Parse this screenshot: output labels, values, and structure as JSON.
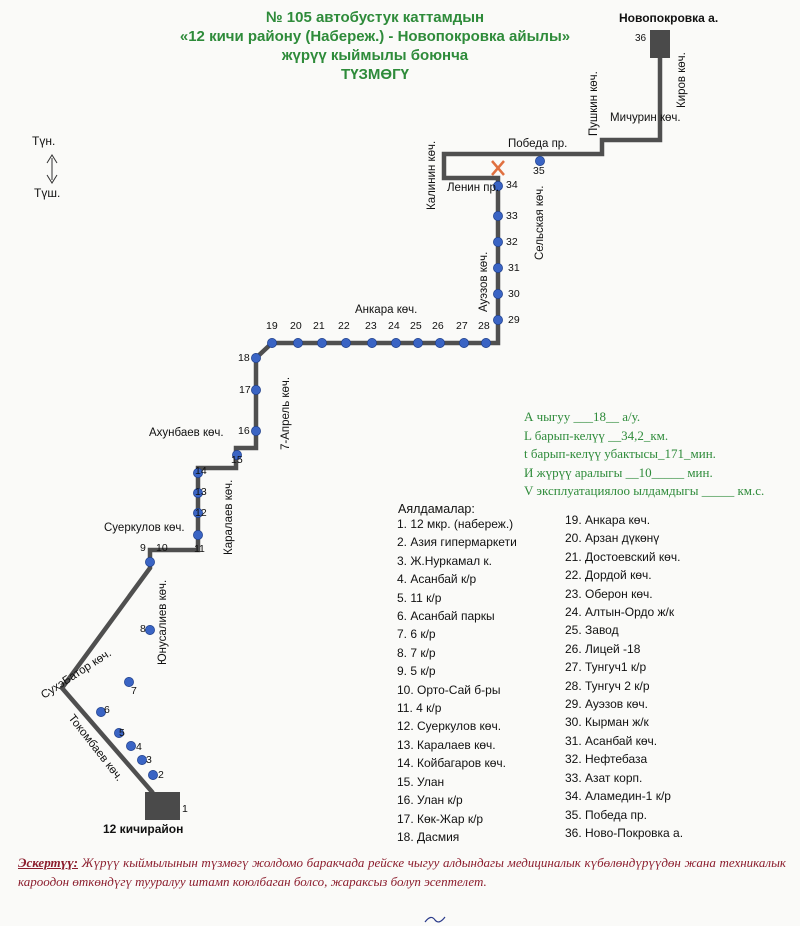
{
  "title": {
    "line1": "№ 105  автобустук каттамдын",
    "line2": "«12 кичи району (Набереж.) - Новопокровка айылы»",
    "line3": "жүрүү кыймылы боюнча",
    "line4": "ТҮЗМӨГҮ"
  },
  "compass": {
    "north": "Түн.",
    "south": "Түш."
  },
  "map_labels": {
    "start_name": "12 кичирайон",
    "end_name": "Новопокровка а.",
    "kirov": "Киров көч.",
    "pushkin": "Пушкин көч.",
    "michurin": "Мичурин көч.",
    "pobeda": "Победа пр.",
    "kalinin": "Калинин көч.",
    "lenin": "Ленин пр.",
    "selskaya": "Сельская көч.",
    "auezov": "Ауэзов көч.",
    "ankara": "Анкара көч.",
    "aprel": "7-Апрель көч.",
    "akhunbaev": "Ахунбаев көч.",
    "karalaev": "Каралаев көч.",
    "suerkulov": "Суеркулов көч.",
    "yunusaliev": "Юнусалиев көч.",
    "sukhebator": "СухэБатор көч.",
    "tokombaev": "Токомбаев көч."
  },
  "stop_numbers": [
    "1",
    "2",
    "3",
    "4",
    "5",
    "6",
    "7",
    "8",
    "9",
    "10",
    "11",
    "12",
    "13",
    "14",
    "15",
    "16",
    "17",
    "18",
    "19",
    "20",
    "21",
    "22",
    "23",
    "24",
    "25",
    "26",
    "27",
    "28",
    "29",
    "30",
    "31",
    "32",
    "33",
    "34",
    "35",
    "36"
  ],
  "stats": {
    "line1": "А чыгуу ___18__ а/у.",
    "line2": "L барып-келүү __34,2_км.",
    "line3": "t барып-келүү убактысы_171_мин.",
    "line4": "И жүрүү аралыгы __10_____ мин.",
    "line5": "V эксплуатациялоо ылдамдыгы _____ км.с."
  },
  "stops_title": "Аялдамалар:",
  "stops": [
    "1. 12 мкр. (набереж.)",
    "2. Азия гипермаркети",
    "3. Ж.Нуркамал к.",
    "4. Асанбай к/р",
    "5. 11 к/р",
    "6. Асанбай паркы",
    "7. 6 к/р",
    "8. 7 к/р",
    "9. 5 к/р",
    "10. Орто-Сай б-ры",
    "11. 4 к/р",
    "12. Суеркулов көч.",
    "13. Каралаев көч.",
    "14. Койбагаров көч.",
    "15. Улан",
    "16. Улан к/р",
    "17. Көк-Жар к/р",
    "18. Дасмия",
    "19. Анкара көч.",
    "20. Арзан дүкөнү",
    "21. Достоевский көч.",
    "22. Дордой көч.",
    "23. Оберон көч.",
    "24. Алтын-Ордо ж/к",
    "25. Завод",
    "26. Лицей -18",
    "27. Тунгуч1 к/р",
    "28. Тунгуч 2 к/р",
    "29. Ауэзов көч.",
    "30. Кырман ж/к",
    "31. Асанбай көч.",
    "32. Нефтебаза",
    "33. Азат корп.",
    "34. Аламедин-1 к/р",
    "35. Победа пр.",
    "36. Ново-Покровка а."
  ],
  "note": {
    "label": "Эскертүү:",
    "text": " Жүрүү кыймылынын түзмөгү жолдомо баракчада рейске чыгуу алдындагы медициналык күбөлөндүрүүдөн жана техникалык кароодон өткөндүгү тууралуу штамп коюлбаган болсо, жараксыз болуп эсептелет."
  },
  "colors": {
    "route": "#4f4f4f",
    "stop": "#3a64c4",
    "title": "#2e8b3a",
    "note": "#8b1c2c"
  }
}
